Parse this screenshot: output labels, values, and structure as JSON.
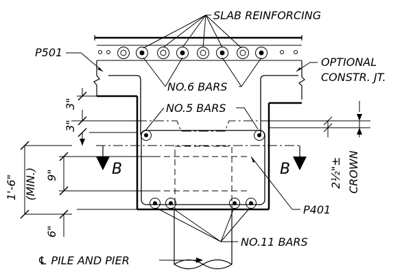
{
  "labels": {
    "slab_reinforcing": "SLAB REINFORCING",
    "p501": "P501",
    "optional_1": "OPTIONAL",
    "optional_2": "CONSTR. JT.",
    "no6": "NO.6 BARS",
    "no5": "NO.5 BARS",
    "dim_3_top": "3\"",
    "dim_3_mid": "3\"",
    "dim_1_6": "1'-6\"",
    "dim_min": "(MIN.)",
    "dim_9": "9\"",
    "dim_6": "6\"",
    "section_b_left": "B",
    "section_b_right": "B",
    "dim_2_half": "2½\"±",
    "crown": "CROWN",
    "p401": "P401",
    "no11": "NO.11 BARS",
    "pile_pier": "℄ PILE AND PIER"
  }
}
